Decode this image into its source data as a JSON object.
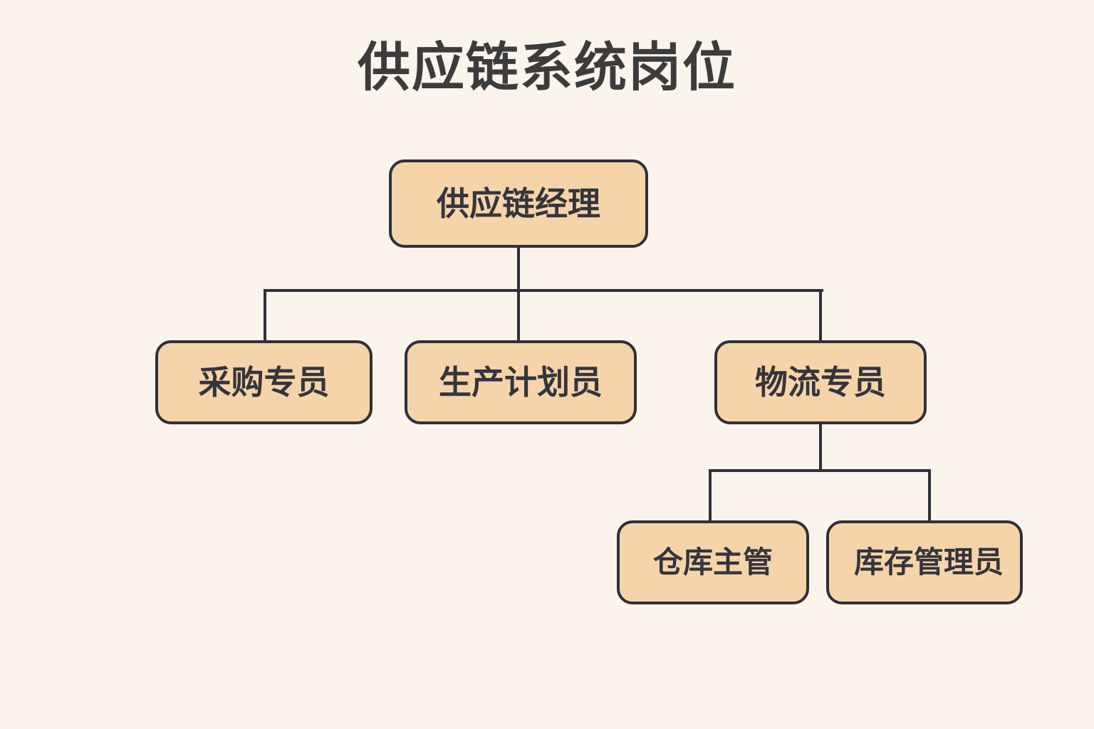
{
  "page": {
    "title": "供应链系统岗位",
    "background_color": "#FBF4EC",
    "node_fill_color": "#F6D4AA",
    "node_border_color": "#2E3038",
    "text_color": "#33353C"
  },
  "chart_data": {
    "type": "diagram",
    "diagram_kind": "org-chart",
    "title": "供应链系统岗位",
    "orientation": "top-down",
    "nodes": [
      {
        "id": "root",
        "label": "供应链经理",
        "level": 0,
        "parent": null
      },
      {
        "id": "procurement",
        "label": "采购专员",
        "level": 1,
        "parent": "root"
      },
      {
        "id": "planner",
        "label": "生产计划员",
        "level": 1,
        "parent": "root"
      },
      {
        "id": "logistics",
        "label": "物流专员",
        "level": 1,
        "parent": "root"
      },
      {
        "id": "warehouse",
        "label": "仓库主管",
        "level": 2,
        "parent": "logistics"
      },
      {
        "id": "inventory",
        "label": "库存管理员",
        "level": 2,
        "parent": "logistics"
      }
    ],
    "edges": [
      {
        "from": "root",
        "to": "procurement"
      },
      {
        "from": "root",
        "to": "planner"
      },
      {
        "from": "root",
        "to": "logistics"
      },
      {
        "from": "logistics",
        "to": "warehouse"
      },
      {
        "from": "logistics",
        "to": "inventory"
      }
    ]
  }
}
